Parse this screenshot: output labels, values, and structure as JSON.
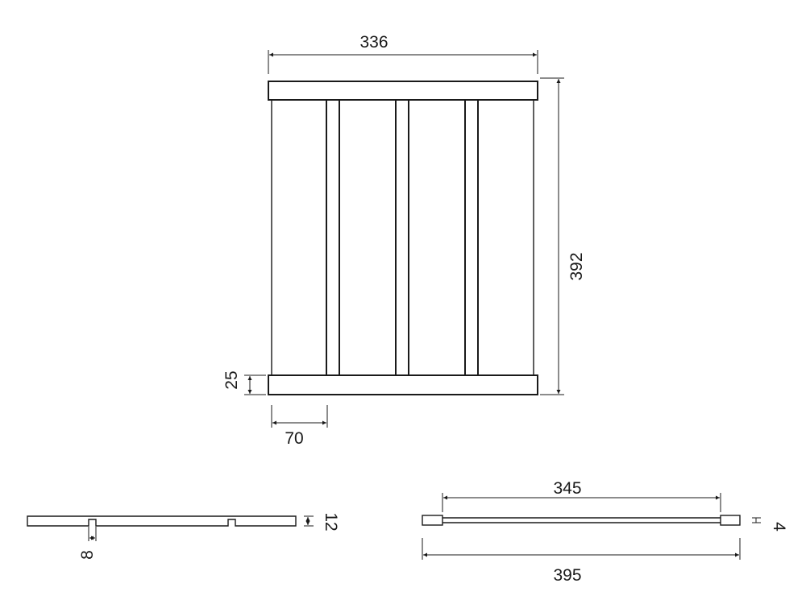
{
  "drawing": {
    "type": "technical-dimension-drawing",
    "views": {
      "front_view": {
        "dimensions": {
          "overall_width": "336",
          "overall_height": "392",
          "rail_height": "25",
          "bar_spacing": "70"
        }
      },
      "side_view": {
        "dimensions": {
          "notch_width": "8",
          "thickness": "12"
        }
      },
      "top_view": {
        "dimensions": {
          "inner_length": "345",
          "overall_length": "395",
          "thickness": "4"
        }
      }
    },
    "colors": {
      "line": "#1a1a1a",
      "background": "#ffffff"
    }
  }
}
